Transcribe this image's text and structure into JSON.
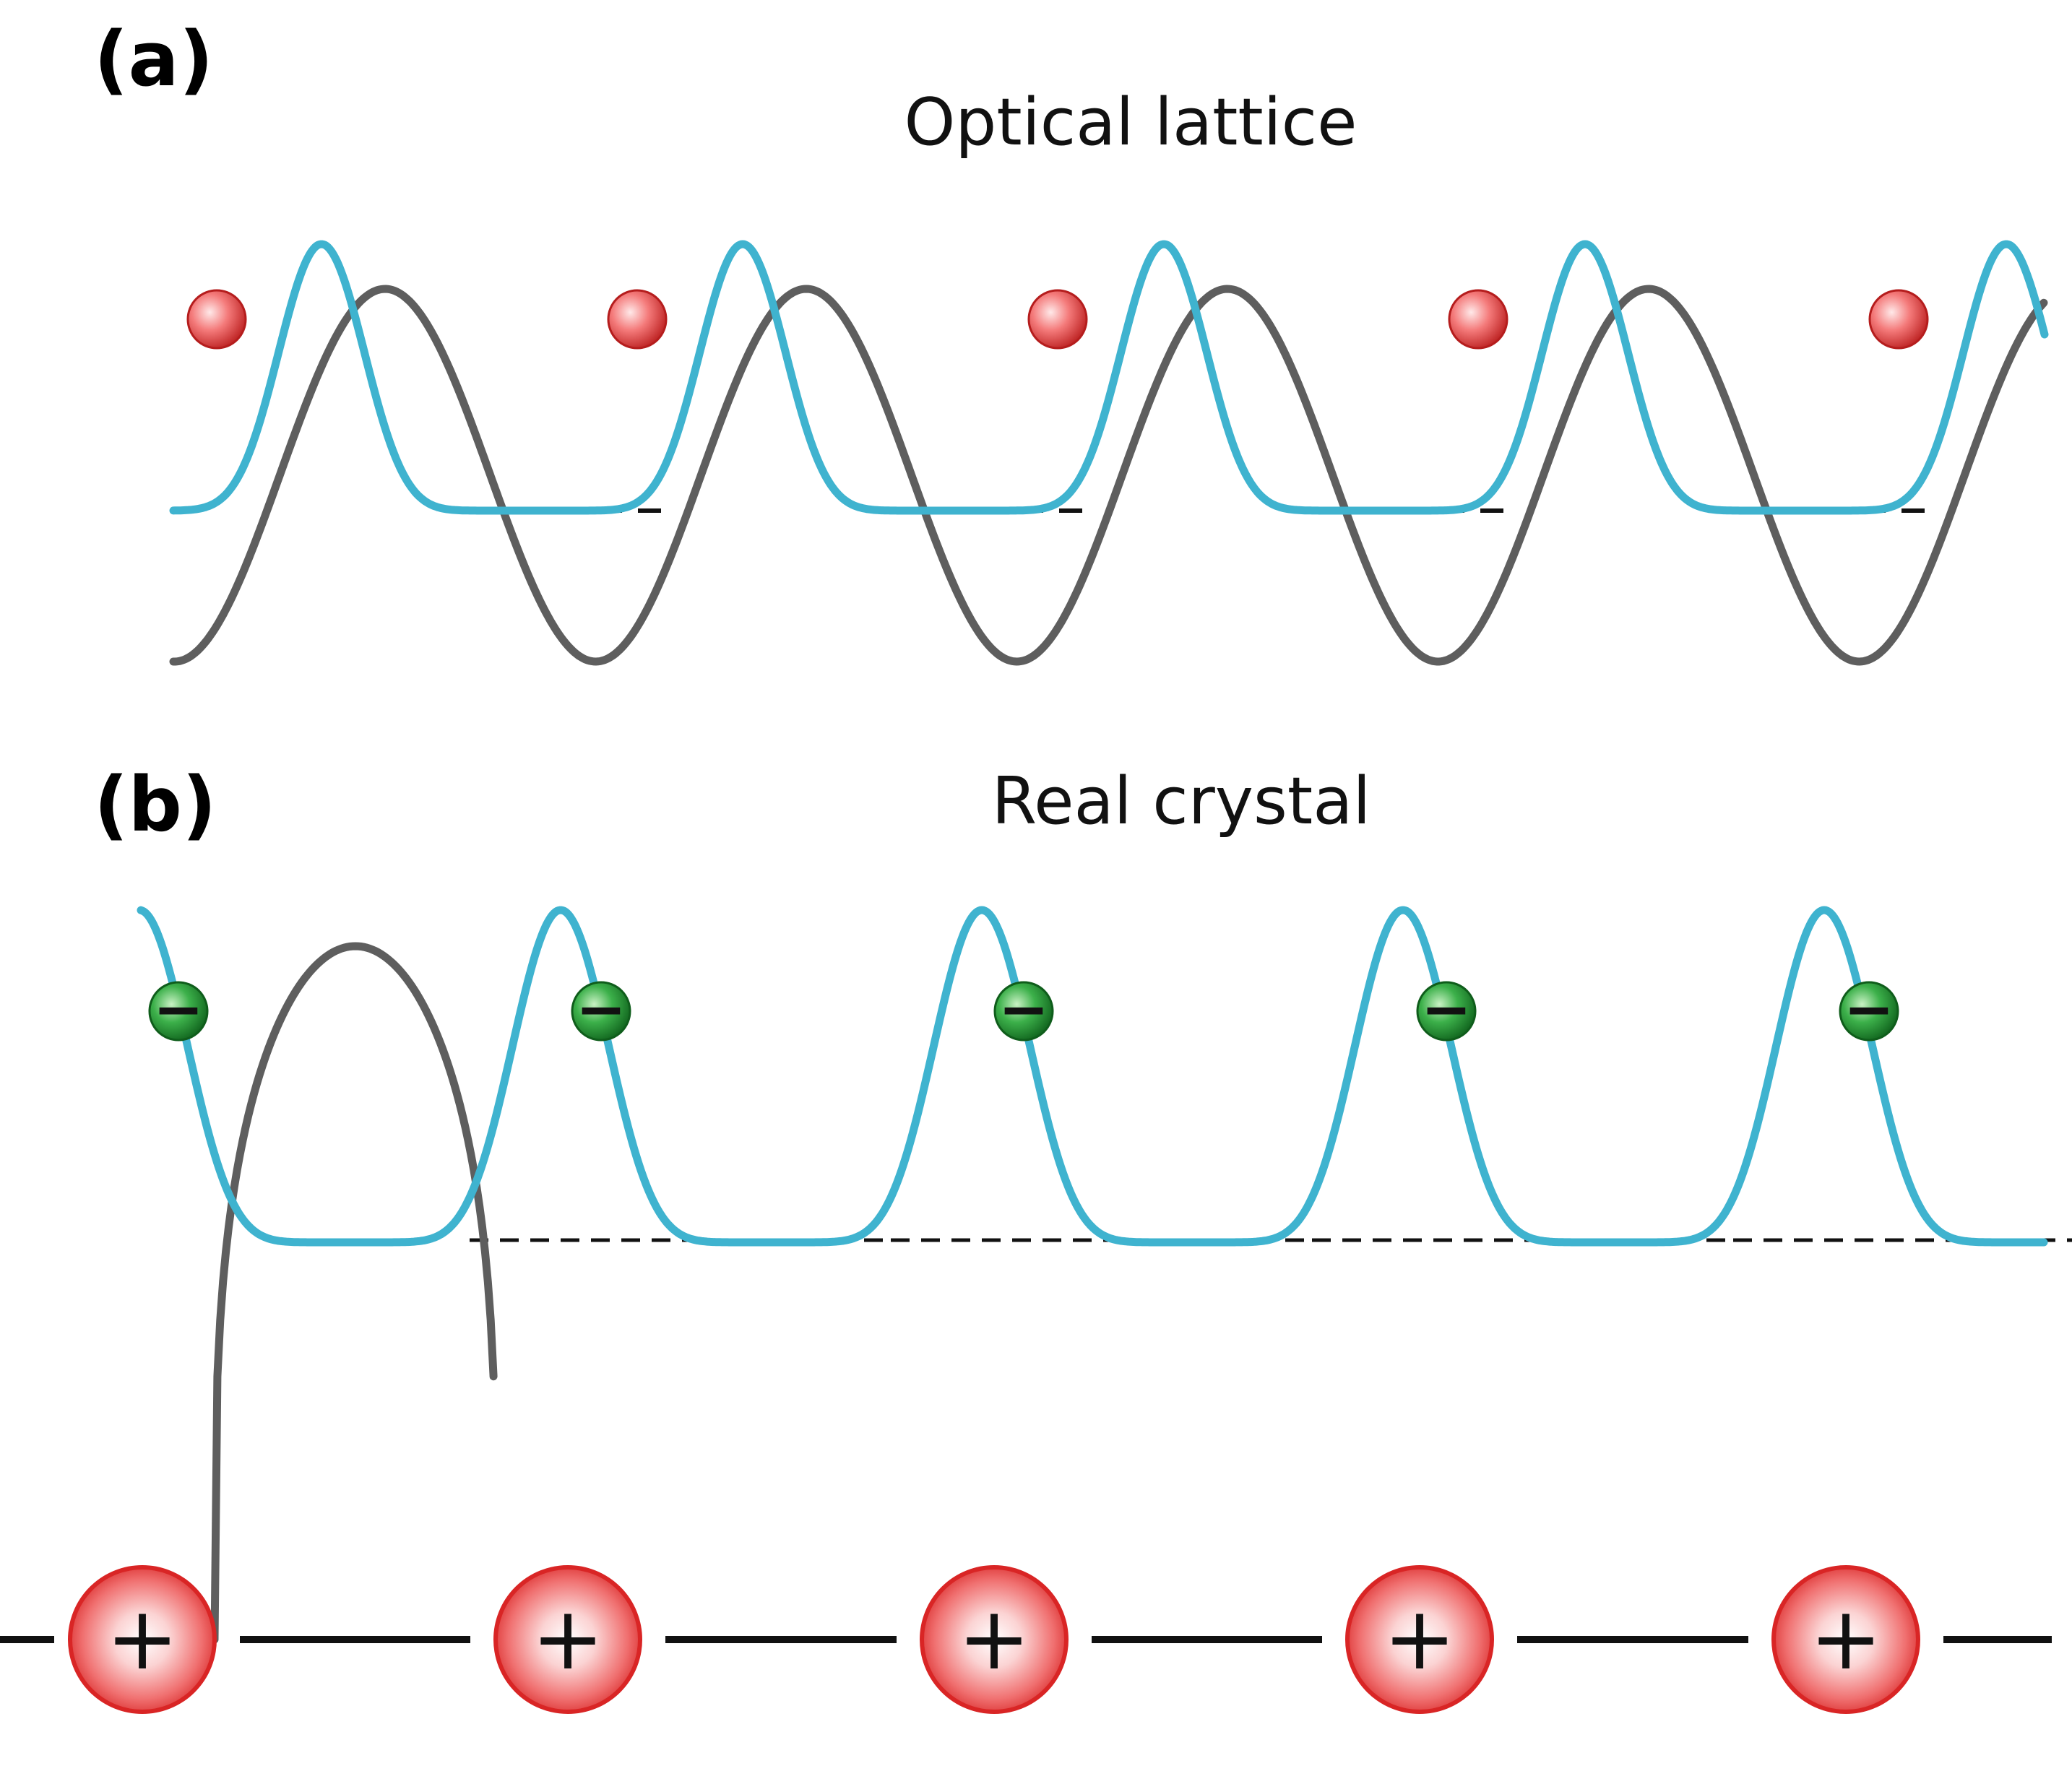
{
  "panels": [
    {
      "label": "(a)",
      "title": "Optical lattice"
    },
    {
      "label": "(b)",
      "title": "Real crystal"
    }
  ],
  "symbols": {
    "electron": "−",
    "ion": "+"
  },
  "colors": {
    "wavefunction": "#3fb3cf",
    "potential": "#5e5e5e",
    "dashed_level": "#111111",
    "atom_red": "#e84a4a",
    "electron_green": "#1f9a33",
    "baseline": "#111111"
  },
  "counts": {
    "atoms": 5,
    "electrons": 5,
    "ions": 5
  }
}
